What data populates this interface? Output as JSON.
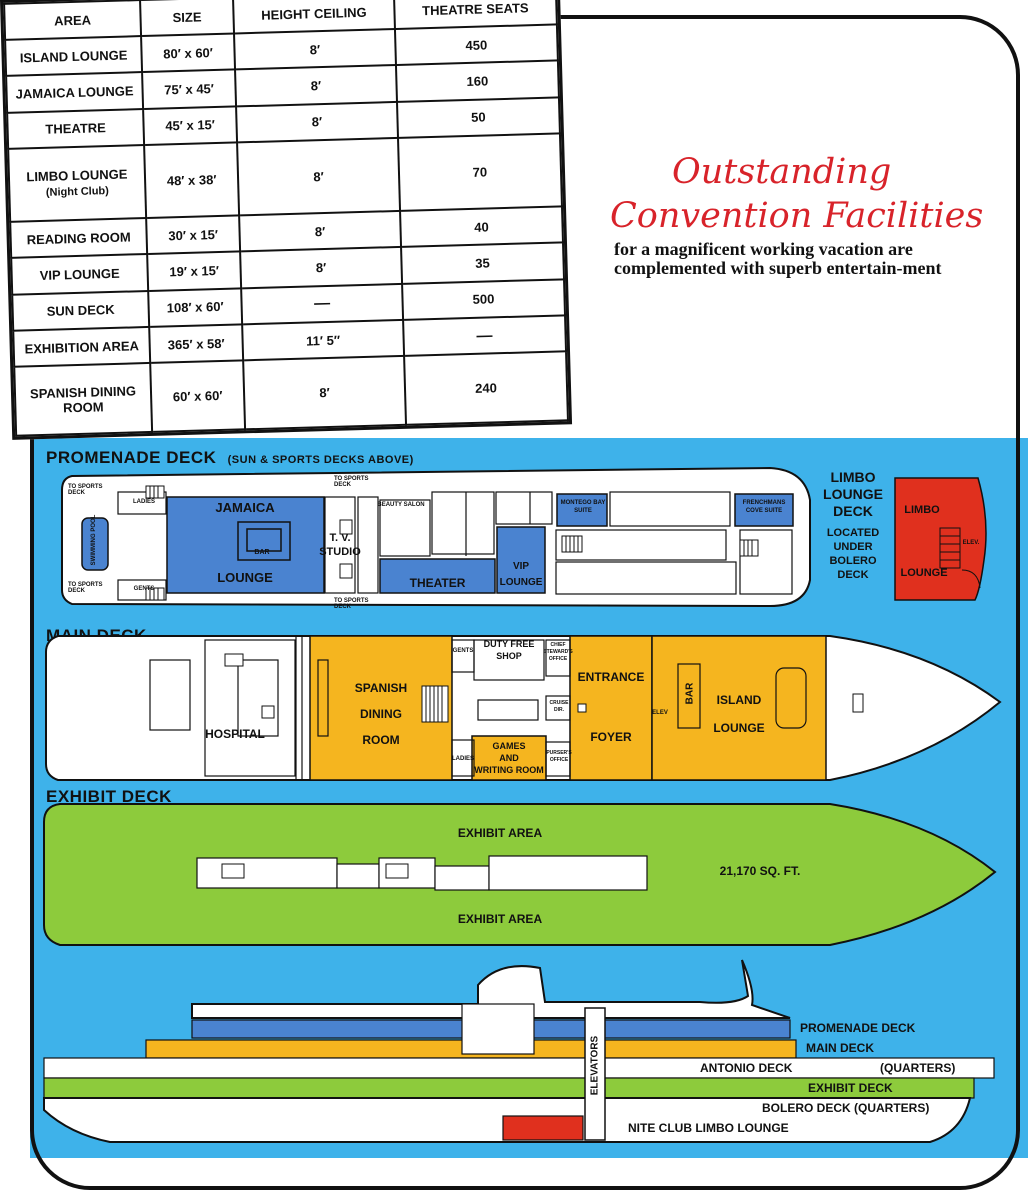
{
  "specs_table": {
    "headers": [
      "AREA",
      "SIZE",
      "HEIGHT CEILING",
      "THEATRE SEATS"
    ],
    "rows": [
      {
        "area": "ISLAND LOUNGE",
        "size": "80′ x 60′",
        "height": "8′",
        "seats": "450"
      },
      {
        "area": "JAMAICA LOUNGE",
        "size": "75′ x 45′",
        "height": "8′",
        "seats": "160"
      },
      {
        "area": "THEATRE",
        "size": "45′ x 15′",
        "height": "8′",
        "seats": "50"
      },
      {
        "area": "LIMBO LOUNGE",
        "area_note": "(Night Club)",
        "size": "48′ x 38′",
        "height": "8′",
        "seats": "70"
      },
      {
        "area": "READING ROOM",
        "size": "30′ x 15′",
        "height": "8′",
        "seats": "40"
      },
      {
        "area": "VIP LOUNGE",
        "size": "19′ x 15′",
        "height": "8′",
        "seats": "35"
      },
      {
        "area": "SUN DECK",
        "size": "108′ x 60′",
        "height": "—",
        "seats": "500"
      },
      {
        "area": "EXHIBITION AREA",
        "size": "365′ x 58′",
        "height": "11′ 5″",
        "seats": "—"
      },
      {
        "area": "SPANISH DINING ROOM",
        "size": "60′ x 60′",
        "height": "8′",
        "seats": "240"
      }
    ]
  },
  "heading": {
    "line1": "Outstanding",
    "line2": "Convention Facilities",
    "subtext": "for a magnificent working vacation are complemented with superb entertain-ment"
  },
  "promenade": {
    "title": "PROMENADE DECK",
    "subtitle": "(SUN & SPORTS DECKS ABOVE)",
    "to_sports_deck": "TO SPORTS DECK",
    "swimming_pool": "SWIMMING POOL",
    "ladies": "LADIES",
    "gents": "GENTS",
    "jamaica": "JAMAICA",
    "lounge": "LOUNGE",
    "bar": "BAR",
    "tv_studio_1": "T. V.",
    "tv_studio_2": "STUDIO",
    "beauty_salon": "BEAUTY SALON",
    "theater": "THEATER",
    "vip": "VIP",
    "vip_lounge": "LOUNGE",
    "montego_1": "MONTEGO BAY",
    "montego_2": "SUITE",
    "frenchmans_1": "FRENCHMANS",
    "frenchmans_2": "COVE SUITE"
  },
  "limbo": {
    "title_1": "LIMBO",
    "title_2": "LOUNGE",
    "title_3": "DECK",
    "note_1": "LOCATED",
    "note_2": "UNDER",
    "note_3": "BOLERO",
    "note_4": "DECK",
    "room_1": "LIMBO",
    "room_2": "LOUNGE",
    "elev": "ELEV."
  },
  "main": {
    "title": "MAIN DECK",
    "hospital": "HOSPITAL",
    "spanish_1": "SPANISH",
    "spanish_2": "DINING",
    "spanish_3": "ROOM",
    "gents": "GENTS",
    "ladies": "LADIES",
    "duty_free_1": "DUTY FREE",
    "duty_free_2": "SHOP",
    "chief_1": "CHIEF",
    "chief_2": "STEWARD'S",
    "chief_3": "OFFICE",
    "cruise_1": "CRUISE",
    "cruise_2": "DIR.",
    "games_1": "GAMES",
    "games_2": "AND",
    "games_3": "WRITING ROOM",
    "purser_1": "PURSER'S",
    "purser_2": "OFFICE",
    "entrance": "ENTRANCE",
    "foyer": "FOYER",
    "elev": "ELEV",
    "bar": "BAR",
    "island_1": "ISLAND",
    "island_2": "LOUNGE"
  },
  "exhibit": {
    "title": "EXHIBIT DECK",
    "area_top": "EXHIBIT AREA",
    "area_bottom": "EXHIBIT AREA",
    "sqft": "21,170 SQ. FT."
  },
  "profile": {
    "elevators": "ELEVATORS",
    "decks": [
      "PROMENADE DECK",
      "MAIN DECK",
      "ANTONIO DECK",
      "(QUARTERS)",
      "EXHIBIT DECK",
      "BOLERO DECK (QUARTERS)",
      "NITE CLUB LIMBO LOUNGE"
    ]
  },
  "colors": {
    "background_blue": "#3eb2ea",
    "promenade_blue": "#4a83d0",
    "main_yellow": "#f5b51f",
    "exhibit_green": "#8dcb3c",
    "limbo_red": "#e0301e",
    "heading_red": "#d8232a"
  }
}
